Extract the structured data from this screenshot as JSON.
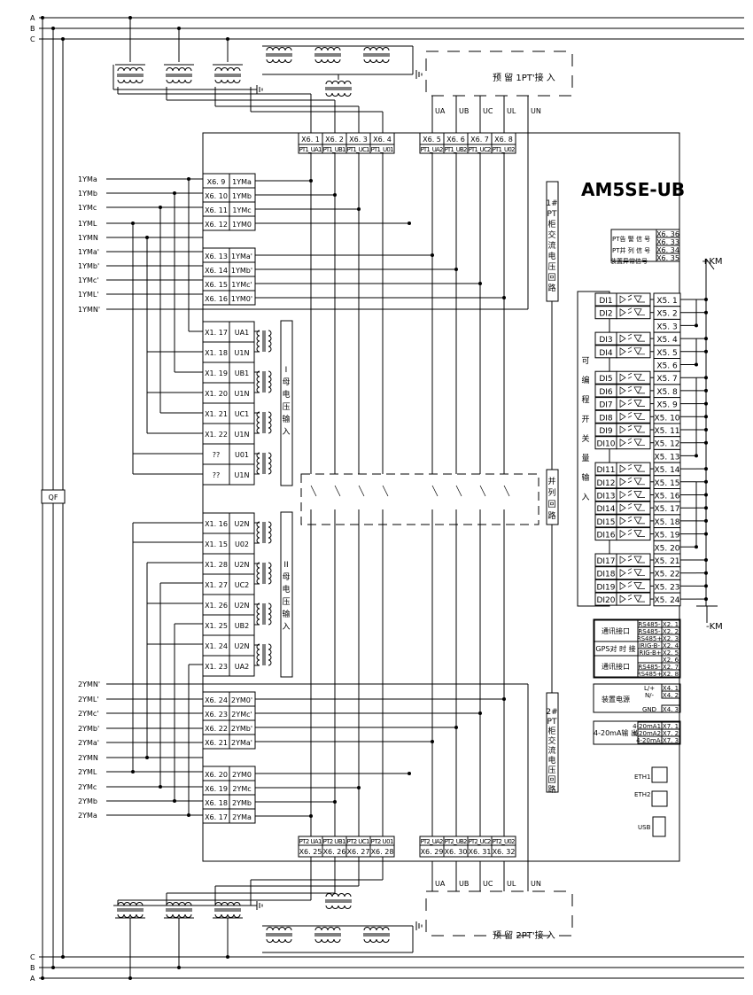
{
  "device": {
    "model": "AM5SE-UB"
  },
  "buses_top": [
    "A",
    "B",
    "C"
  ],
  "buses_bottom": [
    "C",
    "B",
    "A"
  ],
  "breaker": {
    "label": "QF"
  },
  "km_plus": "+KM",
  "km_minus": "-KM",
  "reserve_1pt": "预 留 1PT'接 入",
  "reserve_2pt": "预 留 2PT'接 入",
  "ext_top": [
    "UA",
    "UB",
    "UC",
    "UL",
    "UN"
  ],
  "ext_bottom": [
    "UA",
    "UB",
    "UC",
    "UL",
    "UN"
  ],
  "term_top": [
    {
      "id": "X6. 1",
      "sig": "PT1_UA1"
    },
    {
      "id": "X6. 2",
      "sig": "PT1_UB1"
    },
    {
      "id": "X6. 3",
      "sig": "PT1_UC1"
    },
    {
      "id": "X6. 4",
      "sig": "PT1_U01"
    },
    {
      "id": "X6. 5",
      "sig": "PT1_UA2"
    },
    {
      "id": "X6. 6",
      "sig": "PT1_UB2"
    },
    {
      "id": "X6. 7",
      "sig": "PT1_UC2"
    },
    {
      "id": "X6. 8",
      "sig": "PT1_U02"
    }
  ],
  "term_bottom": [
    {
      "id": "X6. 25",
      "sig": "PT2 UA1"
    },
    {
      "id": "X6. 26",
      "sig": "PT2 UB1"
    },
    {
      "id": "X6. 27",
      "sig": "PT2 UC1"
    },
    {
      "id": "X6. 28",
      "sig": "PT2 U01"
    },
    {
      "id": "X6. 29",
      "sig": "PT2_UA2"
    },
    {
      "id": "X6. 30",
      "sig": "PT2_UB2"
    },
    {
      "id": "X6. 31",
      "sig": "PT2_UC2"
    },
    {
      "id": "X6. 32",
      "sig": "PT2_U02"
    }
  ],
  "ym1_labels": [
    "1YMa",
    "1YMb",
    "1YMc",
    "1YML",
    "1YMN",
    "1YMa'",
    "1YMb'",
    "1YMc'",
    "1YML'",
    "1YMN'"
  ],
  "ym1_terms": [
    {
      "id": "X6. 9",
      "sig": "1YMa"
    },
    {
      "id": "X6. 10",
      "sig": "1YMb"
    },
    {
      "id": "X6. 11",
      "sig": "1YMc"
    },
    {
      "id": "X6. 12",
      "sig": "1YM0"
    },
    {
      "id": "X6. 13",
      "sig": "1YMa'"
    },
    {
      "id": "X6. 14",
      "sig": "1YMb'"
    },
    {
      "id": "X6. 15",
      "sig": "1YMc'"
    },
    {
      "id": "X6. 16",
      "sig": "1YM0'"
    }
  ],
  "ym2_labels": [
    "2YMN'",
    "2YML'",
    "2YMc'",
    "2YMb'",
    "2YMa'",
    "2YMN",
    "2YML",
    "2YMc",
    "2YMb",
    "2YMa"
  ],
  "ym2_terms": [
    {
      "id": "X6. 24",
      "sig": "2YM0'"
    },
    {
      "id": "X6. 23",
      "sig": "2YMc'"
    },
    {
      "id": "X6. 22",
      "sig": "2YMb'"
    },
    {
      "id": "X6. 21",
      "sig": "2YMa'"
    },
    {
      "id": "X6. 20",
      "sig": "2YM0"
    },
    {
      "id": "X6. 19",
      "sig": "2YMc"
    },
    {
      "id": "X6. 18",
      "sig": "2YMb"
    },
    {
      "id": "X6. 17",
      "sig": "2YMa"
    }
  ],
  "bus1_terms": [
    {
      "id": "X1. 17",
      "sig": "UA1"
    },
    {
      "id": "X1. 18",
      "sig": "U1N"
    },
    {
      "id": "X1. 19",
      "sig": "UB1"
    },
    {
      "id": "X1. 20",
      "sig": "U1N"
    },
    {
      "id": "X1. 21",
      "sig": "UC1"
    },
    {
      "id": "X1. 22",
      "sig": "U1N"
    },
    {
      "id": "??",
      "sig": "U01"
    },
    {
      "id": "??",
      "sig": "U1N"
    }
  ],
  "bus2_terms": [
    {
      "id": "X1. 16",
      "sig": "U2N"
    },
    {
      "id": "X1. 15",
      "sig": "U02"
    },
    {
      "id": "X1. 28",
      "sig": "U2N"
    },
    {
      "id": "X1. 27",
      "sig": "UC2"
    },
    {
      "id": "X1. 26",
      "sig": "U2N"
    },
    {
      "id": "X1. 25",
      "sig": "UB2"
    },
    {
      "id": "X1. 24",
      "sig": "U2N"
    },
    {
      "id": "X1. 23",
      "sig": "UA2"
    }
  ],
  "bus1_vlabel": [
    "I",
    "母",
    "电",
    "压",
    "输",
    "入"
  ],
  "bus2_vlabel": [
    "II",
    "母",
    "电",
    "压",
    "输",
    "入"
  ],
  "cab1_vlabel": [
    "1#",
    "PT",
    "柜",
    "交",
    "流",
    "电",
    "压",
    "回",
    "路"
  ],
  "par_vlabel": [
    "并",
    "列",
    "回",
    "路"
  ],
  "cab2_vlabel": [
    "2#",
    "PT",
    "柜",
    "交",
    "流",
    "电",
    "压",
    "回",
    "路"
  ],
  "prog_vlabel": [
    "可",
    "编",
    "程",
    "开",
    "关",
    "量",
    "输",
    "入"
  ],
  "sig_terms": [
    {
      "id": "X6. 36",
      "sig": "PT告 警 信 号"
    },
    {
      "id": "X6. 33",
      "sig": ""
    },
    {
      "id": "X6. 34",
      "sig": "PT并 列 信 号"
    },
    {
      "id": "X6. 35",
      "sig": "装置异常信号"
    }
  ],
  "di": [
    "DI1",
    "DI2",
    "DI3",
    "DI4",
    "DI5",
    "DI6",
    "DI7",
    "DI8",
    "DI9",
    "DI10",
    "DI11",
    "DI12",
    "DI13",
    "DI14",
    "DI15",
    "DI16",
    "DI17",
    "DI18",
    "DI19",
    "DI20"
  ],
  "x5": [
    "X5. 1",
    "X5. 2",
    "X5. 3",
    "X5. 4",
    "X5. 5",
    "X5. 6",
    "X5. 7",
    "X5. 8",
    "X5. 9",
    "X5. 10",
    "X5. 11",
    "X5. 12",
    "X5. 13",
    "X5. 14",
    "X5. 15",
    "X5. 16",
    "X5. 17",
    "X5. 18",
    "X5. 19",
    "X5. 20",
    "X5. 21",
    "X5. 22",
    "X5. 23",
    "X5. 24"
  ],
  "comm": [
    {
      "name": "通讯接口",
      "rows": [
        [
          "RS485-",
          "X2. 1"
        ],
        [
          "RS485-",
          "X2. 2"
        ],
        [
          "RS485+",
          "X2. 3"
        ]
      ]
    },
    {
      "name": "GPS对 时 接",
      "rows": [
        [
          "IRIG-B-",
          "X2. 4"
        ],
        [
          "IRIG-B+",
          "X2. 5"
        ]
      ]
    },
    {
      "name": "通讯接口",
      "rows": [
        [
          "",
          "X2. 6"
        ],
        [
          "RS485-",
          "X2. 7"
        ],
        [
          "RS485+",
          "X2. 8"
        ]
      ]
    }
  ],
  "power": {
    "name": "装置电源",
    "rows": [
      [
        "L/+",
        "X4. 1"
      ],
      [
        "N/-",
        "X4. 2"
      ],
      [
        "",
        ""
      ],
      [
        "GND",
        "X4. 3"
      ]
    ]
  },
  "analog": {
    "name": "4-20mA输 出",
    "rows": [
      [
        "4-20mA1+",
        "X7. 1"
      ],
      [
        "4-20mA2+",
        "X7. 2"
      ],
      [
        "4-20mA-",
        "X7. 3"
      ]
    ]
  },
  "ports": [
    "ETH1",
    "ETH2",
    "USB"
  ]
}
